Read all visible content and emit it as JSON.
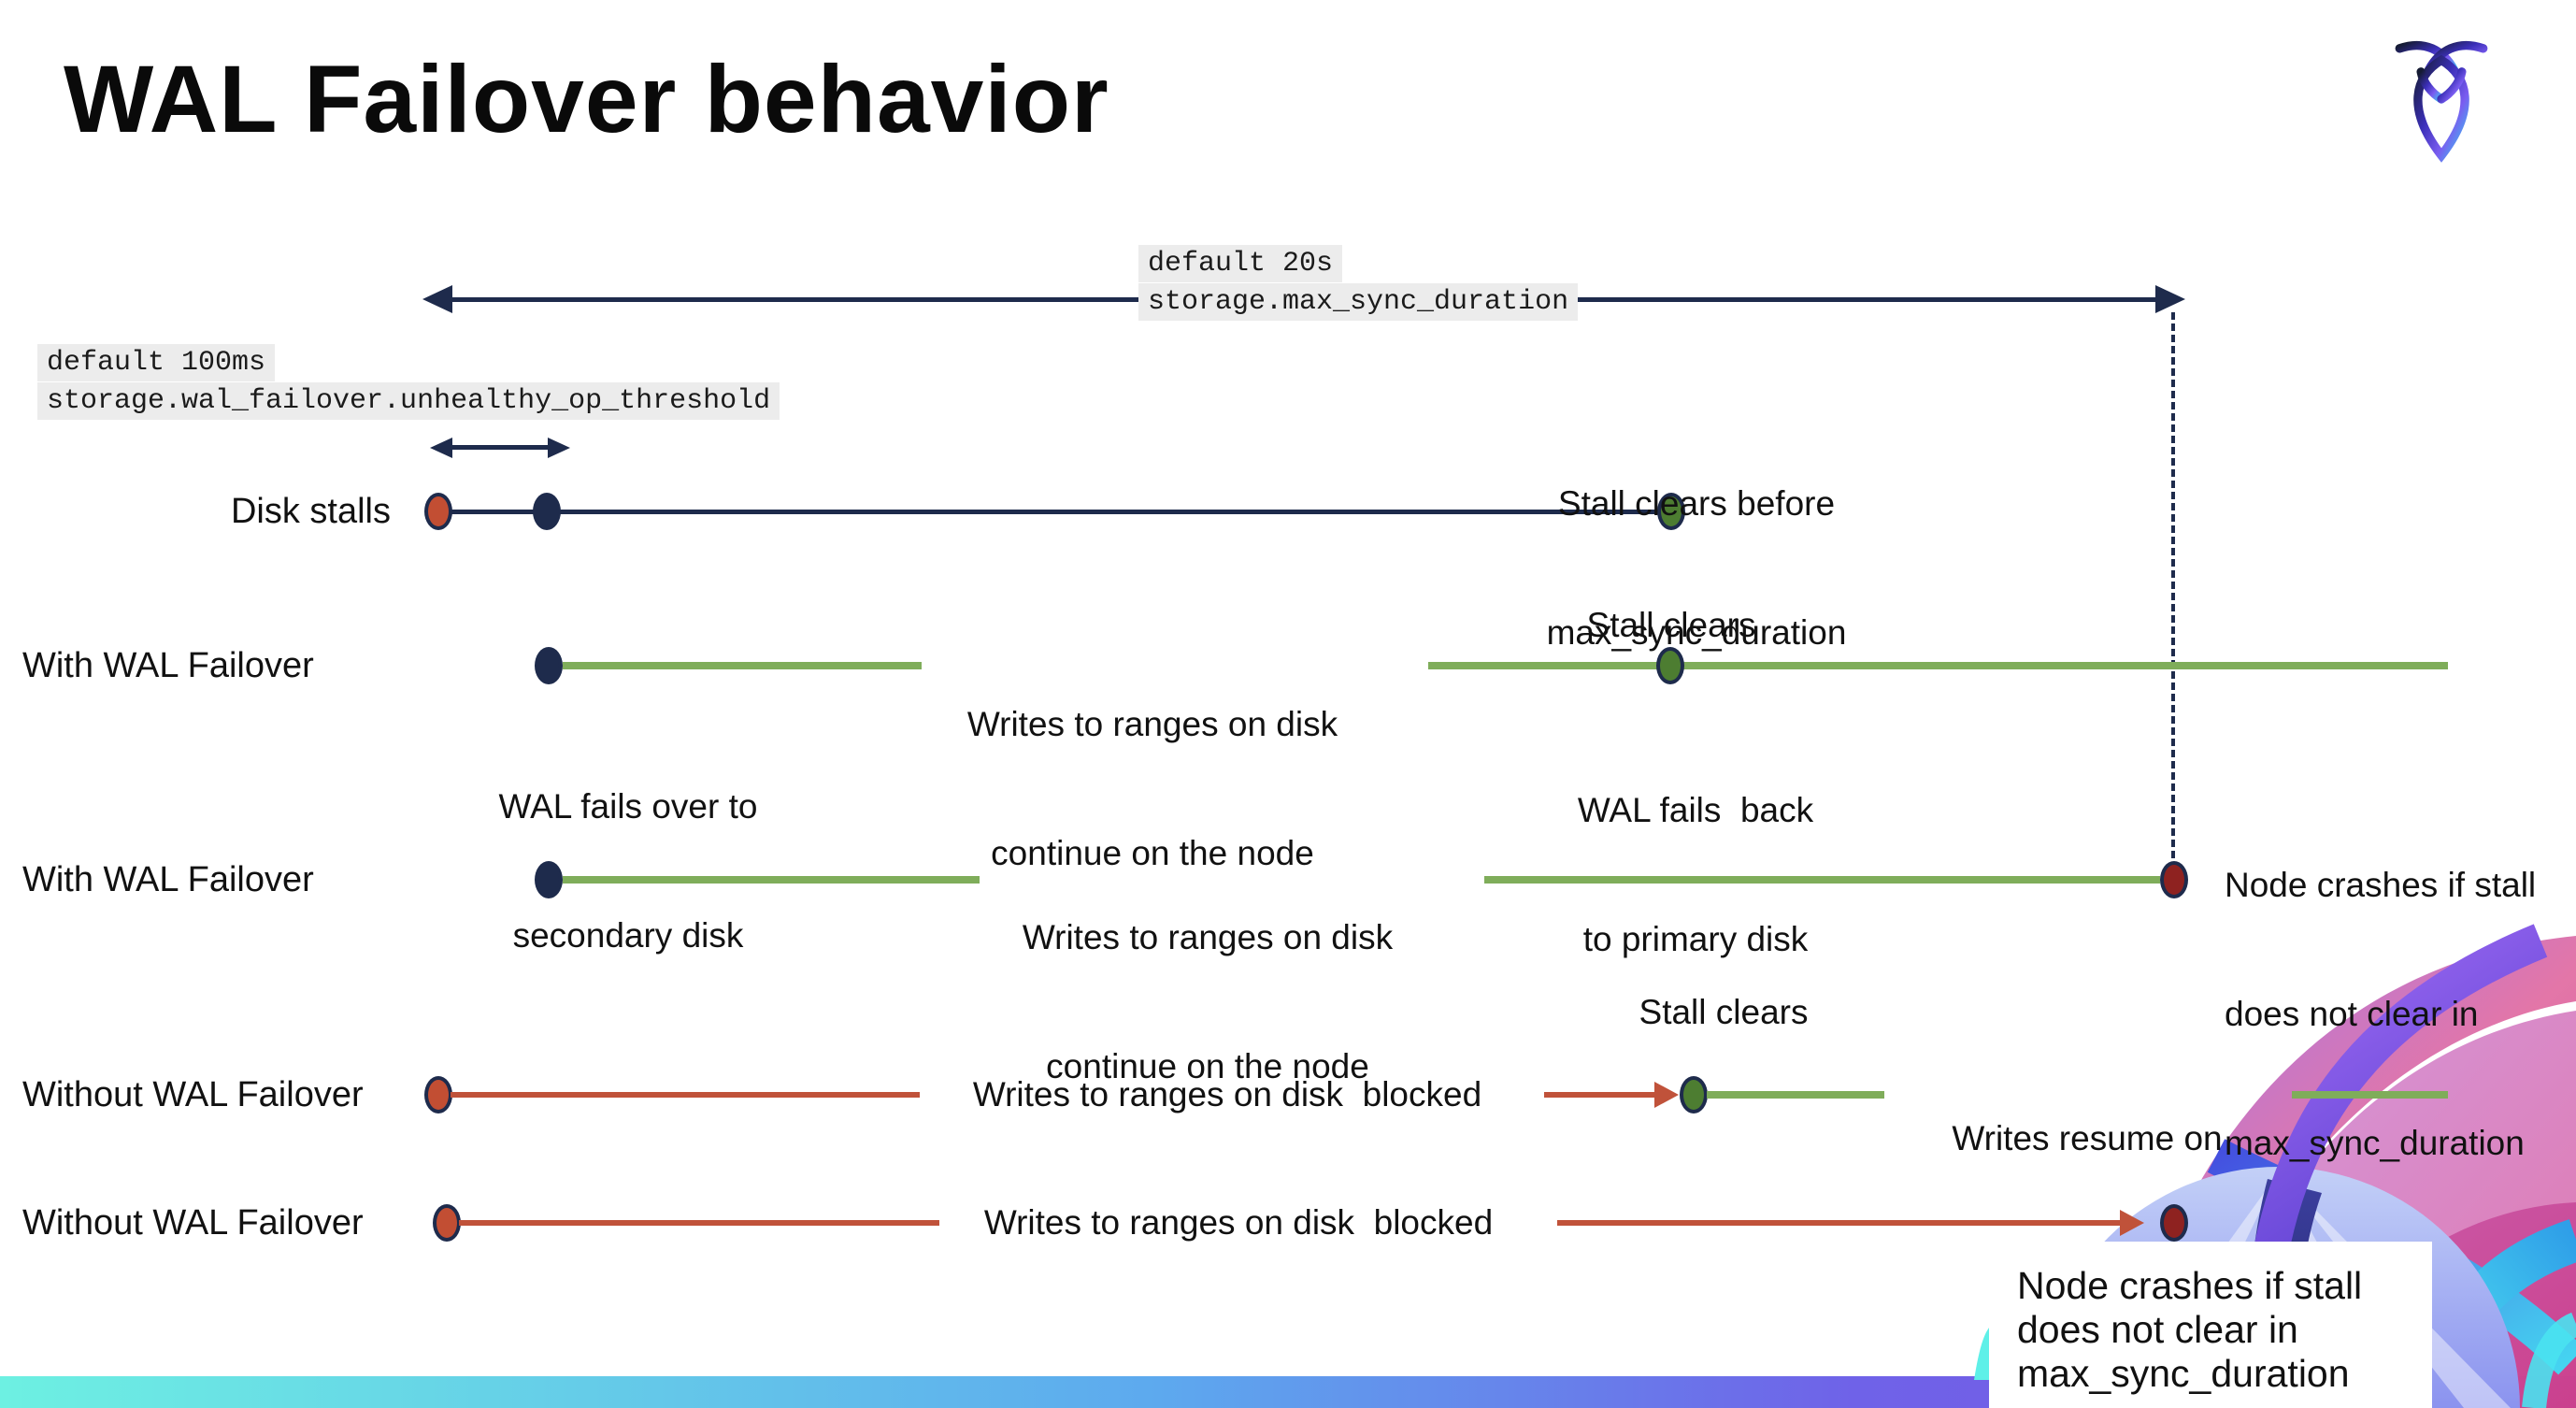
{
  "title": "WAL Failover behavior",
  "logo": {
    "name": "cockroachdb-mark"
  },
  "config_labels": {
    "max_sync": {
      "default": "default 20s",
      "setting": "storage.max_sync_duration"
    },
    "unhealthy_op": {
      "default": "default 100ms",
      "setting": "storage.wal_failover.unhealthy_op_threshold"
    }
  },
  "rows": {
    "disk_stalls": {
      "label": "Disk stalls"
    },
    "with_wal_1": {
      "label": "With WAL Failover"
    },
    "with_wal_2": {
      "label": "With WAL Failover"
    },
    "without_wal_1": {
      "label": "Without WAL Failover"
    },
    "without_wal_2": {
      "label": "Without WAL Failover"
    }
  },
  "annotations": {
    "stall_clears_before_l1": "Stall clears before",
    "stall_clears_before_l2": "max_sync_duration",
    "wal_fails_over_l1": "WAL fails over to",
    "wal_fails_over_l2": "secondary disk",
    "writes_continue_l1": "Writes to ranges on disk",
    "writes_continue_l2": "continue on the node",
    "stall_clears": "Stall clears",
    "wal_fails_back_l1": "WAL fails  back",
    "wal_fails_back_l2": "to primary disk",
    "node_crashes_l1": "Node crashes if stall",
    "node_crashes_l2": "does not clear in",
    "node_crashes_l3": "max_sync_duration",
    "writes_blocked": "Writes to ranges on disk  blocked",
    "writes_resume_l1": "Writes resume on",
    "writes_resume_l2": "the node"
  },
  "colors": {
    "navy": "#1e2b4c",
    "green_line": "#7fad5a",
    "green_dot": "#4d7d31",
    "red_line": "#c0523a",
    "red_dot": "#c24e33",
    "crash_dot": "#8e2220",
    "code_bg": "#ececec",
    "text": "#111111",
    "bar_teal": "#6df0e2",
    "bar_blue": "#5da9ee",
    "bar_purple": "#6f62e8"
  }
}
